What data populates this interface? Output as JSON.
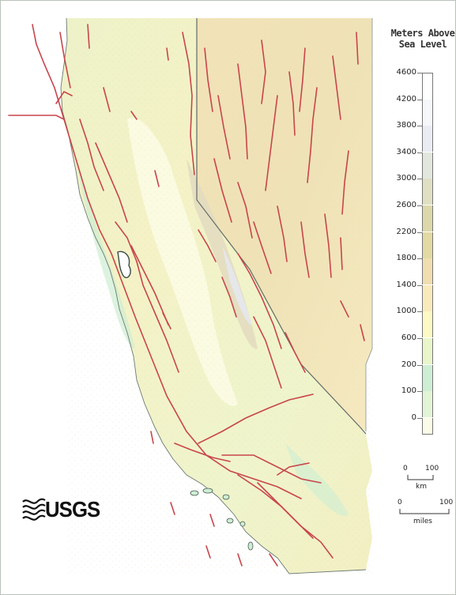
{
  "legend": {
    "title_line1": "Meters Above",
    "title_line2": "Sea Level",
    "levels": [
      {
        "label": "4600",
        "color": "#ffffff"
      },
      {
        "label": "4200",
        "color": "#f6f7fb"
      },
      {
        "label": "3800",
        "color": "#eaecf4"
      },
      {
        "label": "3400",
        "color": "#e2e7de"
      },
      {
        "label": "3000",
        "color": "#e0dfc4"
      },
      {
        "label": "2600",
        "color": "#dcd8a9"
      },
      {
        "label": "2200",
        "color": "#e2d9a3"
      },
      {
        "label": "1800",
        "color": "#f0ddb0"
      },
      {
        "label": "1400",
        "color": "#f9eabb"
      },
      {
        "label": "1000",
        "color": "#fdf9c5"
      },
      {
        "label": "600",
        "color": "#e9f6c9"
      },
      {
        "label": "200",
        "color": "#cdeed3"
      },
      {
        "label": "100",
        "color": "#e2f4d6"
      },
      {
        "label": "0",
        "color": "#fbfbe8"
      }
    ]
  },
  "scale": {
    "km_zero": "0",
    "km_max": "100",
    "km_unit": "km",
    "mi_zero": "0",
    "mi_max": "100",
    "mi_unit": "miles"
  },
  "logo": {
    "text": "USGS"
  },
  "colors": {
    "fault": "#c8454c",
    "border": "#5f6b66",
    "coast": "#3a4a46"
  }
}
